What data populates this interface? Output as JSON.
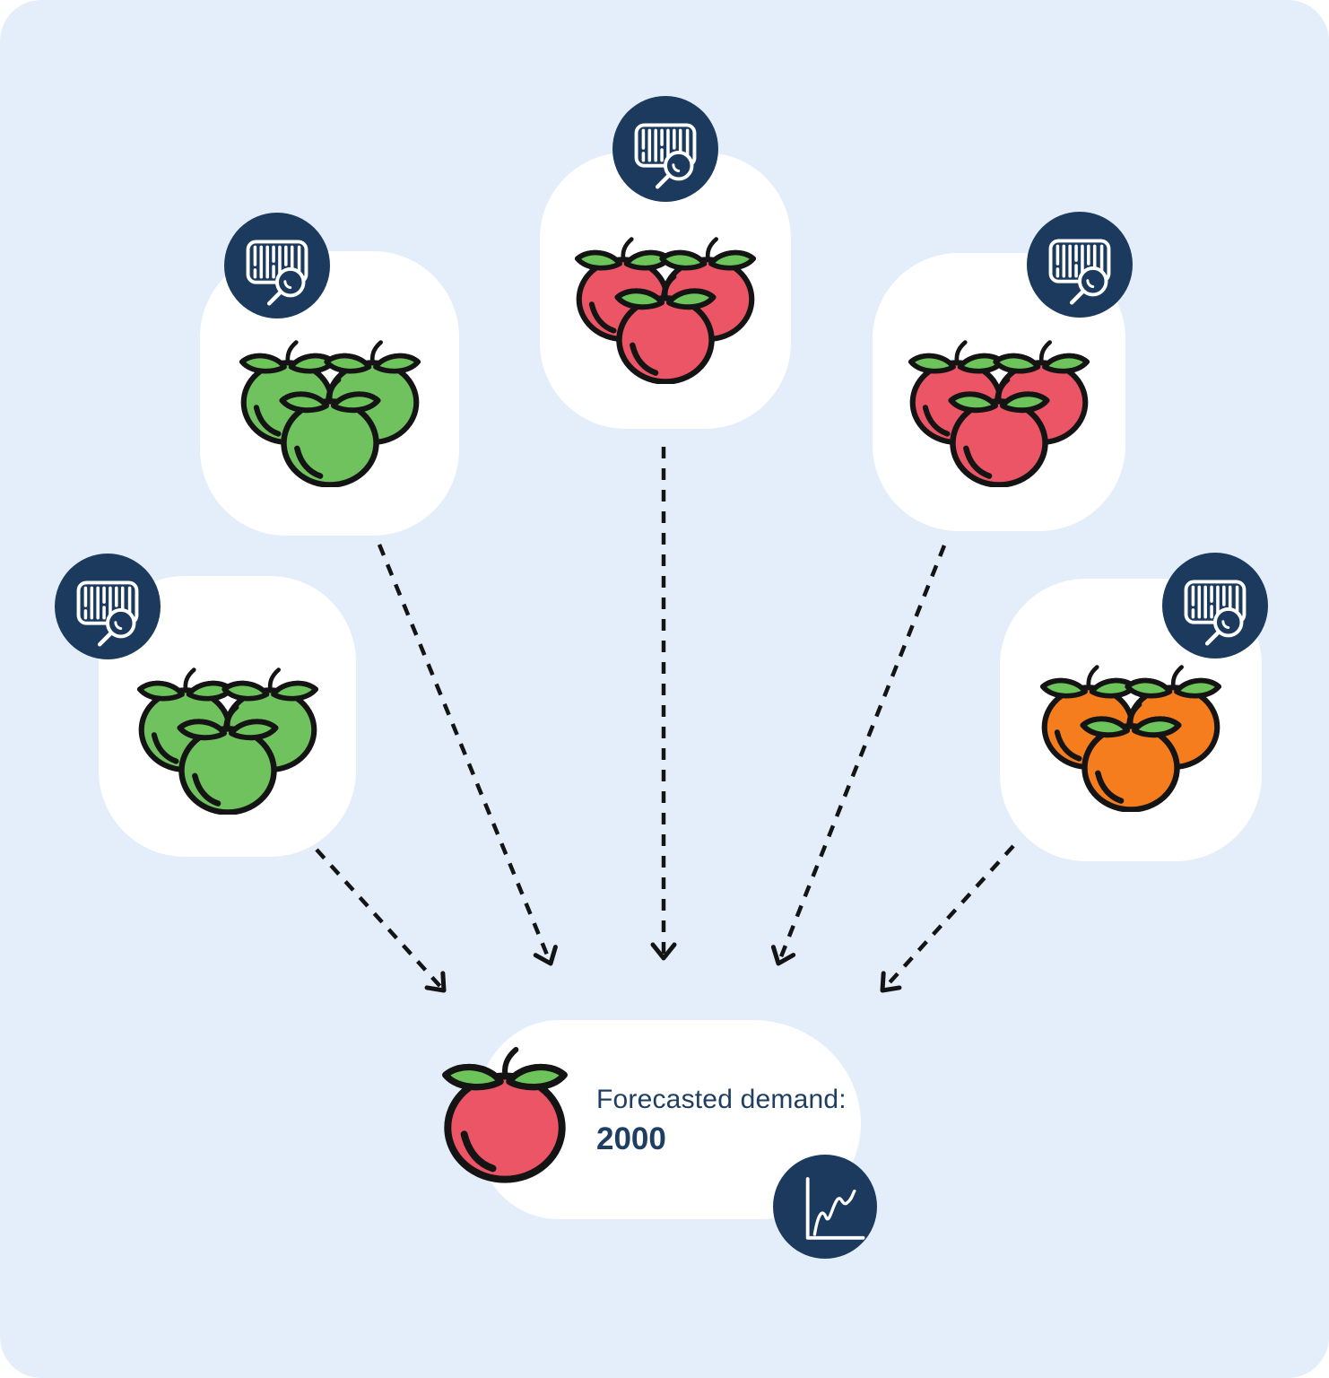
{
  "colors": {
    "background": "#e4eefb",
    "card": "#ffffff",
    "navy": "#1b3a5d",
    "text": "#1e3e62",
    "outline": "#141414",
    "fruit-red": "#eb5565",
    "fruit-green": "#70c25f",
    "fruit-orange": "#f57d1e",
    "leaf": "#6cc45a"
  },
  "suppliers": [
    {
      "id": "supplier-far-left",
      "fruit": "green",
      "fruit_count": 3,
      "badge_icon": "barcode-scan-icon"
    },
    {
      "id": "supplier-top-left",
      "fruit": "green",
      "fruit_count": 3,
      "badge_icon": "barcode-scan-icon"
    },
    {
      "id": "supplier-top-center",
      "fruit": "red",
      "fruit_count": 3,
      "badge_icon": "barcode-scan-icon"
    },
    {
      "id": "supplier-top-right",
      "fruit": "red",
      "fruit_count": 3,
      "badge_icon": "barcode-scan-icon"
    },
    {
      "id": "supplier-far-right",
      "fruit": "orange",
      "fruit_count": 3,
      "badge_icon": "barcode-scan-icon"
    }
  ],
  "forecast": {
    "label": "Forecasted demand:",
    "value": "2000",
    "fruit": "red",
    "badge_icon": "trend-chart-icon"
  },
  "connections": [
    {
      "from": "supplier-far-left",
      "to": "forecast"
    },
    {
      "from": "supplier-top-left",
      "to": "forecast"
    },
    {
      "from": "supplier-top-center",
      "to": "forecast"
    },
    {
      "from": "supplier-top-right",
      "to": "forecast"
    },
    {
      "from": "supplier-far-right",
      "to": "forecast"
    }
  ]
}
